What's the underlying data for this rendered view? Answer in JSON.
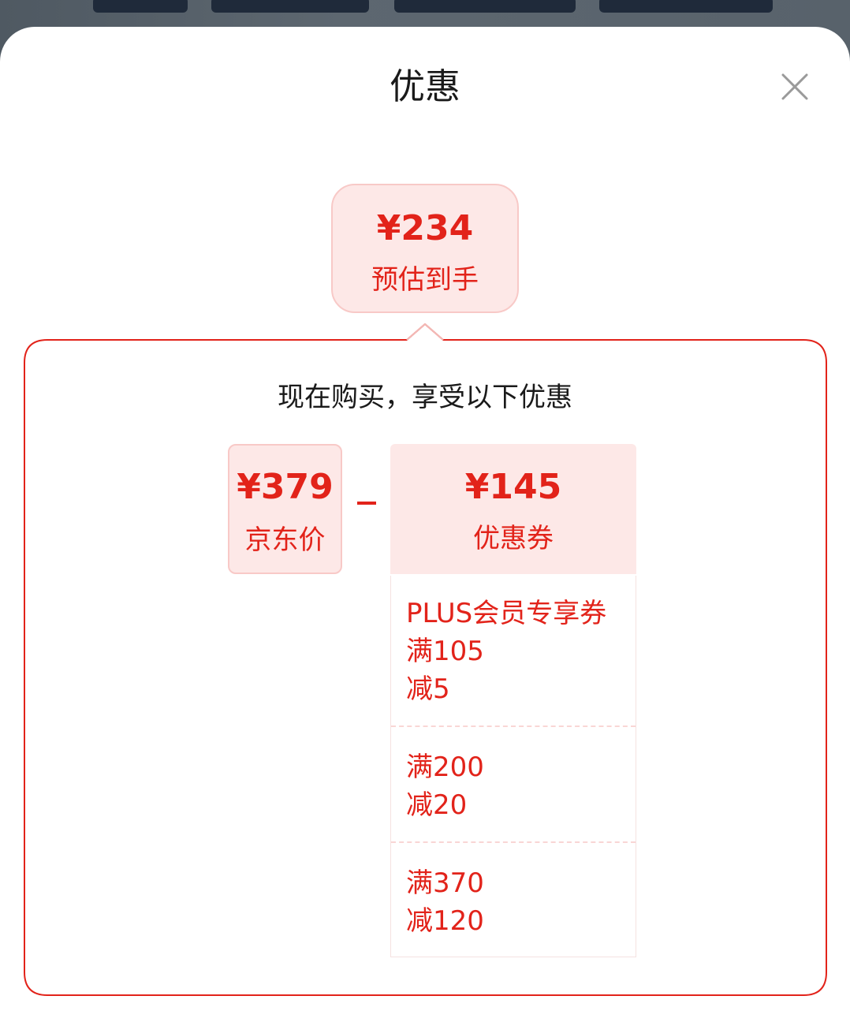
{
  "dialog": {
    "title": "优惠"
  },
  "estimate": {
    "price": "¥234",
    "label": "预估到手"
  },
  "promo": {
    "heading": "现在购买，享受以下优惠",
    "jd_price": {
      "value": "¥379",
      "label": "京东价"
    },
    "operator": "-",
    "coupon_total": {
      "value": "¥145",
      "label": "优惠券"
    },
    "coupons": [
      {
        "lines": [
          "PLUS会员专享券",
          "满105",
          "减5"
        ]
      },
      {
        "lines": [
          "满200",
          "减20"
        ]
      },
      {
        "lines": [
          "满370",
          "减120"
        ]
      }
    ]
  },
  "colors": {
    "accent": "#e2231a",
    "badge_bg": "#fde8e7",
    "badge_border": "#f8c9c7",
    "backdrop": "#58626b"
  },
  "icons": {
    "close": "close-icon"
  }
}
